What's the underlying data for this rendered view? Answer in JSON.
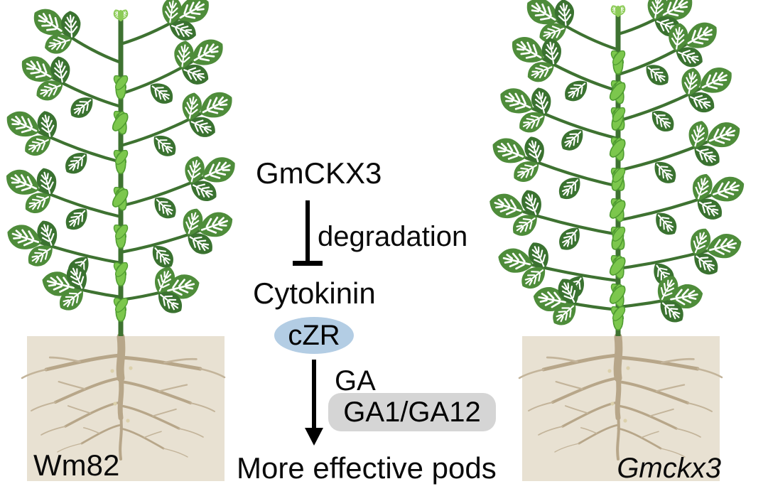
{
  "figure": {
    "pathway": {
      "gene": "GmCKX3",
      "process_label": "degradation",
      "hormone": "Cytokinin",
      "metabolite": "cZR",
      "ga_label": "GA",
      "ga_genes": "GA1/GA12",
      "outcome": "More effective pods"
    },
    "plants": {
      "left": {
        "label": "Wm82"
      },
      "right": {
        "label": "Gmckx3"
      }
    },
    "colors": {
      "leaf_green": "#4e8c3a",
      "leaf_green_dark": "#3a7230",
      "pod_green": "#7cc74d",
      "pod_outline": "#4f9c31",
      "stem_green": "#3e7231",
      "bud_green": "#8ccb57",
      "soil_beige": "#e8e1d2",
      "root_tan": "#b7a689",
      "root_tan_light": "#c3b49a",
      "nodule_beige": "#dbd0ab",
      "czr_blue": "#b3cde4",
      "ga_gray": "#d5d5d5",
      "text_black": "#0a0a0a"
    }
  }
}
